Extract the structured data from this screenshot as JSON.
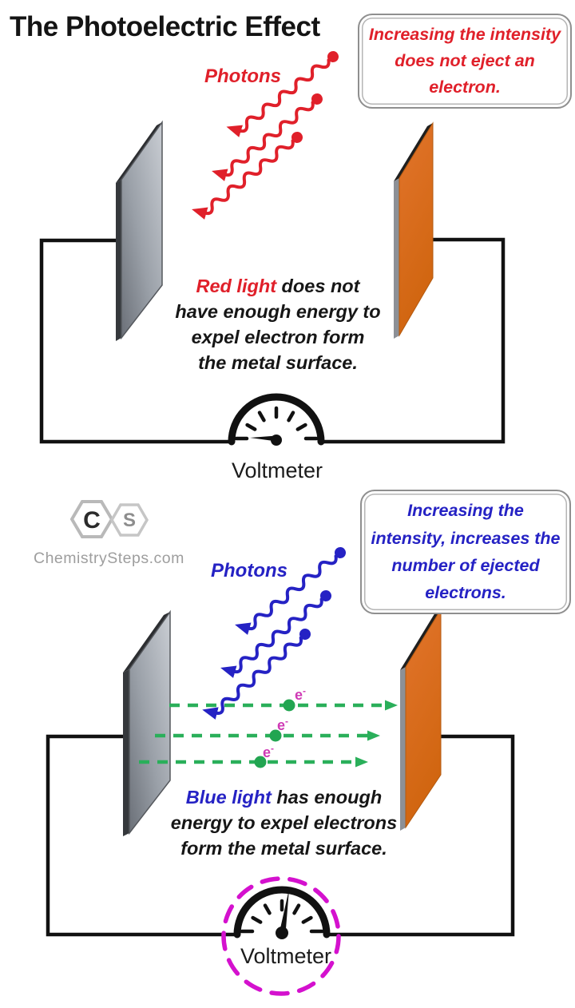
{
  "title": "The Photoelectric Effect",
  "colors": {
    "red": "#e0202a",
    "blue": "#2522c4",
    "green": "#2aaf5a",
    "magenta": "#d411ce",
    "pink": "#cf3ab5",
    "orange": "#dd6b21",
    "wire": "#111111"
  },
  "top": {
    "photons_label": "Photons",
    "callout_text": "Increasing the intensity\ndoes not eject an\nelectron.",
    "caption": {
      "highlight": "Red light",
      "first_rest": " does not",
      "lines": "have enough energy to\nexpel electron form\nthe metal surface."
    },
    "voltmeter_label": "Voltmeter"
  },
  "branding": {
    "letter_c": "C",
    "letter_s": "S",
    "site": "ChemistrySteps.com"
  },
  "bottom": {
    "photons_label": "Photons",
    "callout_text": "Increasing the\nintensity, increases the\nnumber of ejected\nelectrons.",
    "caption": {
      "highlight": "Blue light",
      "first_rest": " has enough",
      "lines": "energy to expel electrons\nform the metal surface."
    },
    "electron": {
      "base": "e",
      "sup": "-"
    },
    "voltmeter_label": "Voltmeter"
  }
}
